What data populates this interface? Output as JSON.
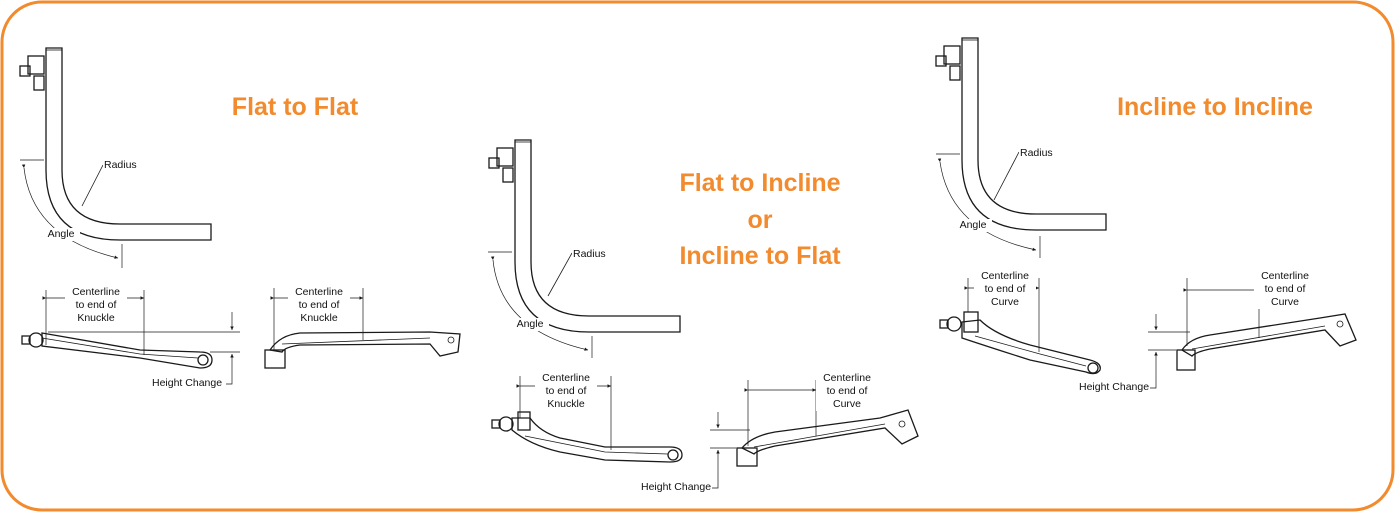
{
  "colors": {
    "accent": "#f28a2e",
    "line": "#1a1a1a"
  },
  "panels": {
    "flat_to_flat": {
      "title": "Flat to Flat",
      "radius_label": "Radius",
      "angle_label": "Angle",
      "left_centerline": [
        "Centerline",
        "to end of",
        "Knuckle"
      ],
      "right_centerline": [
        "Centerline",
        "to end of",
        "Knuckle"
      ],
      "height_change": "Height Change"
    },
    "flat_to_incline": {
      "title_line1": "Flat to Incline",
      "title_line2": "or",
      "title_line3": "Incline to Flat",
      "radius_label": "Radius",
      "angle_label": "Angle",
      "left_centerline": [
        "Centerline",
        "to end of",
        "Knuckle"
      ],
      "right_centerline": [
        "Centerline",
        "to end of",
        "Curve"
      ],
      "height_change": "Height Change"
    },
    "incline_to_incline": {
      "title": "Incline to Incline",
      "radius_label": "Radius",
      "angle_label": "Angle",
      "left_centerline": [
        "Centerline",
        "to end of",
        "Curve"
      ],
      "right_centerline": [
        "Centerline",
        "to end of",
        "Curve"
      ],
      "height_change": "Height Change"
    }
  }
}
